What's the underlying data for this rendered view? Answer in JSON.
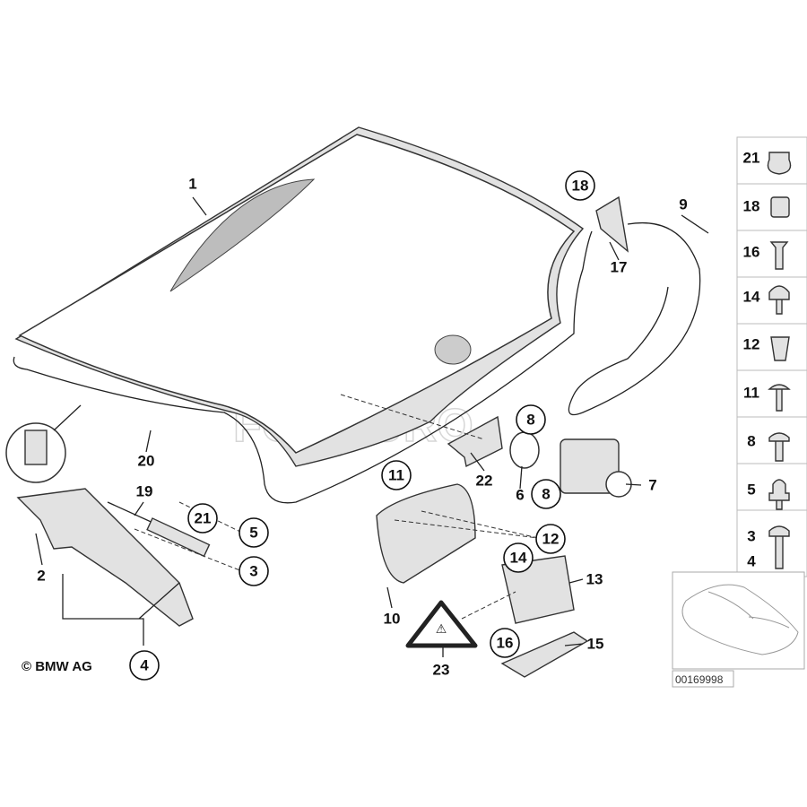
{
  "diagram": {
    "callouts_plain": [
      "1",
      "9",
      "17",
      "20",
      "22",
      "7",
      "19",
      "2",
      "13",
      "10",
      "15",
      "23",
      "6"
    ],
    "callouts_circled": [
      "18",
      "8",
      "11",
      "8",
      "21",
      "5",
      "12",
      "3",
      "14",
      "16",
      "4"
    ],
    "side_panel": [
      "21",
      "18",
      "16",
      "14",
      "12",
      "11",
      "8",
      "5",
      "3",
      "4"
    ],
    "copyright": "© BMW AG",
    "diagram_code": "00169998",
    "watermark": "FCP EURO"
  }
}
